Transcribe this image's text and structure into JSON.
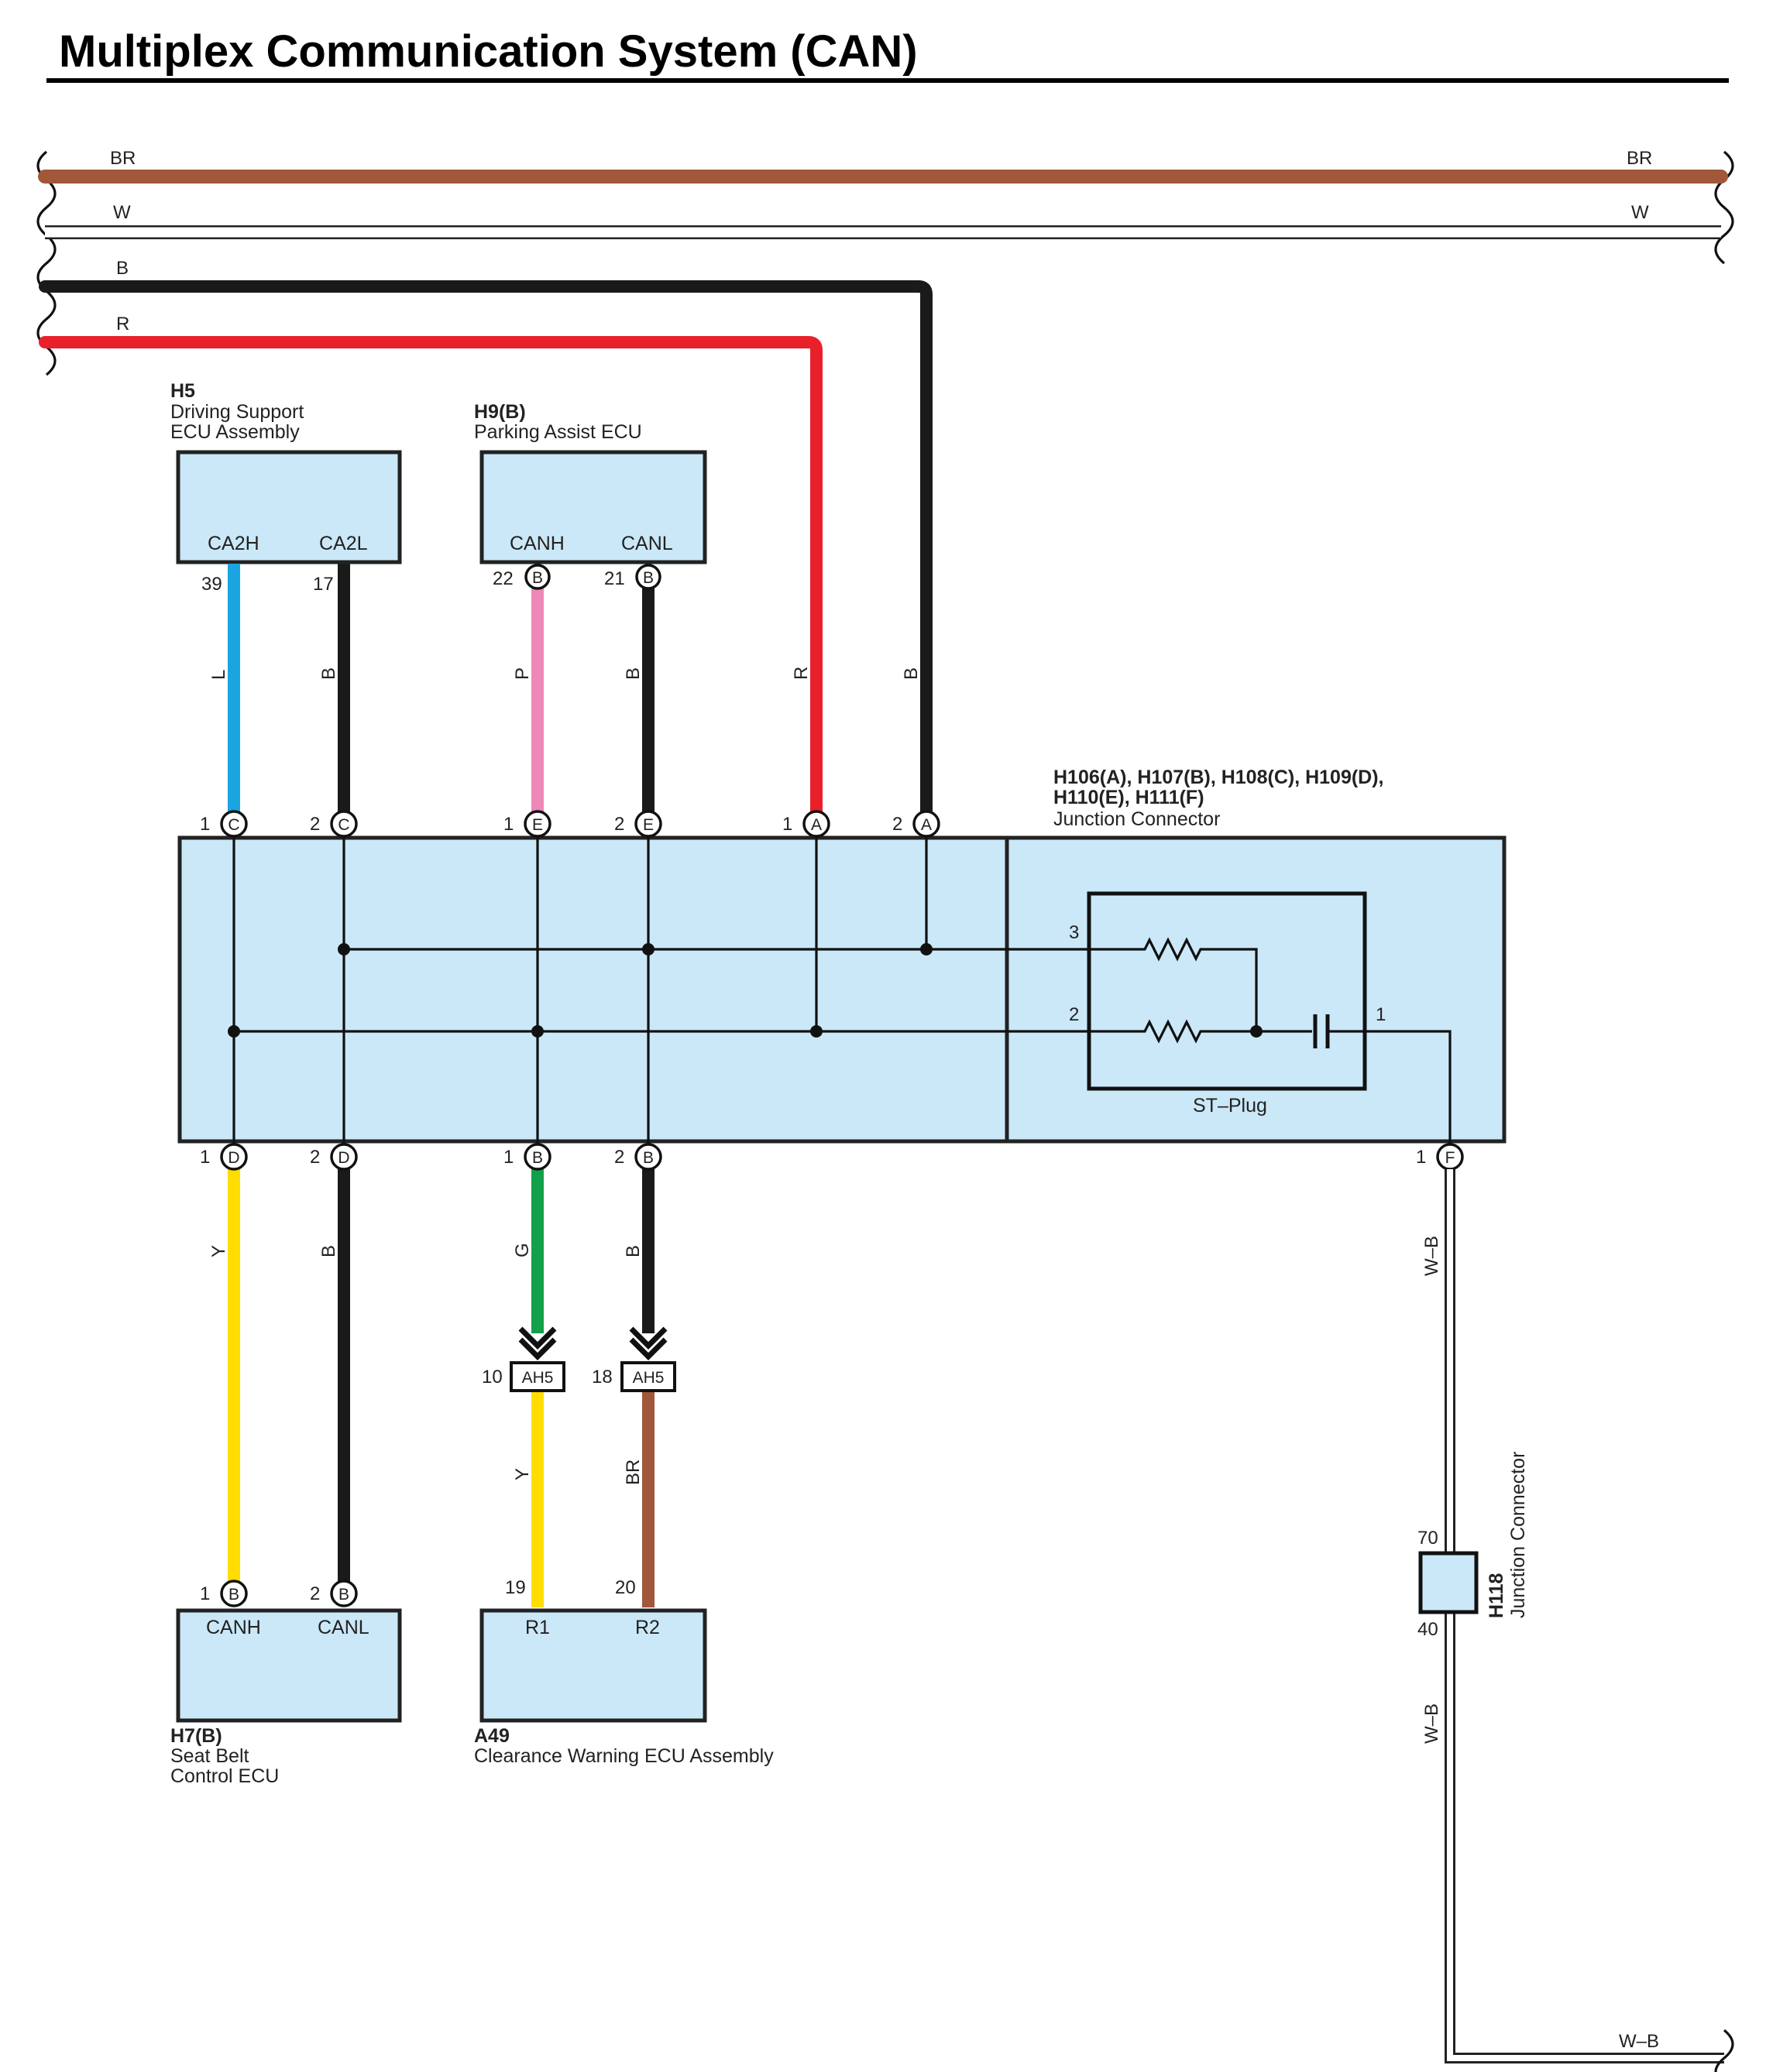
{
  "title": "Multiplex Communication System (CAN)",
  "colors": {
    "BR": "#a0573a",
    "W": "#ffffff",
    "B": "#1a1a1a",
    "R": "#e8202a",
    "L": "#1aa4e0",
    "P": "#ee88b6",
    "Y": "#ffdd00",
    "G": "#12a04a",
    "box_fill": "#cbe8f8"
  },
  "top_wires": {
    "br": {
      "left": "BR",
      "right": "BR"
    },
    "w": {
      "left": "W",
      "right": "W"
    },
    "b": "B",
    "r": "R"
  },
  "components": {
    "h5": {
      "id": "H5",
      "name": "Driving Support ECU Assembly",
      "line1": "Driving Support",
      "line2": "ECU Assembly",
      "pin_labels": [
        "CA2H",
        "CA2L"
      ],
      "pins": [
        "39",
        "17"
      ]
    },
    "h9": {
      "id": "H9(B)",
      "name": "Parking Assist ECU",
      "pin_labels": [
        "CANH",
        "CANL"
      ],
      "pins": [
        "22",
        "21"
      ],
      "circle": "B"
    },
    "junction": {
      "ids_line1": "H106(A), H107(B), H108(C), H109(D),",
      "ids_line2": "H110(E), H111(F)",
      "name": "Junction Connector"
    },
    "st_plug": {
      "name": "ST–Plug",
      "pins": [
        "3",
        "2",
        "1"
      ]
    },
    "h7": {
      "id": "H7(B)",
      "line1": "Seat Belt",
      "line2": "Control ECU",
      "pin_labels": [
        "CANH",
        "CANL"
      ],
      "pins": [
        "1",
        "2"
      ],
      "circle": "B"
    },
    "a49": {
      "id": "A49",
      "name": "Clearance Warning ECU Assembly",
      "pin_labels": [
        "R1",
        "R2"
      ],
      "pins": [
        "19",
        "20"
      ]
    },
    "h118": {
      "id": "H118",
      "name": "Junction Connector",
      "pins": [
        "70",
        "40"
      ]
    },
    "ah5": {
      "name": "AH5",
      "pins": [
        "10",
        "18"
      ]
    }
  },
  "wires": {
    "h5_l": "L",
    "h5_b": "B",
    "h9_p": "P",
    "h9_b": "B",
    "jc_r": "R",
    "jc_b": "B",
    "d_y": "Y",
    "d_b": "B",
    "b_g": "G",
    "b_b": "B",
    "ah5_y": "Y",
    "ah5_br": "BR",
    "wb_upper": "W–B",
    "wb_lower": "W–B",
    "wb_bottom": "W–B"
  },
  "junction_pins": {
    "top": [
      {
        "num": "1",
        "letter": "C"
      },
      {
        "num": "2",
        "letter": "C"
      },
      {
        "num": "1",
        "letter": "E"
      },
      {
        "num": "2",
        "letter": "E"
      },
      {
        "num": "1",
        "letter": "A"
      },
      {
        "num": "2",
        "letter": "A"
      }
    ],
    "bottom": [
      {
        "num": "1",
        "letter": "D"
      },
      {
        "num": "2",
        "letter": "D"
      },
      {
        "num": "1",
        "letter": "B"
      },
      {
        "num": "2",
        "letter": "B"
      },
      {
        "num": "1",
        "letter": "F"
      }
    ]
  }
}
